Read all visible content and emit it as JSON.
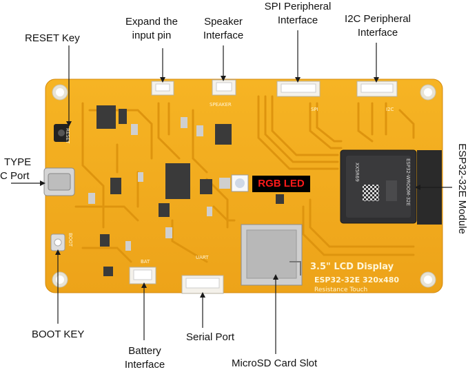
{
  "labels": {
    "reset": "RESET Key",
    "expand_line1": "Expand the",
    "expand_line2": "input pin",
    "speaker_line1": "Speaker",
    "speaker_line2": "Interface",
    "spi_line1": "SPI Peripheral",
    "spi_line2": "Interface",
    "i2c_line1": "I2C Peripheral",
    "i2c_line2": "Interface",
    "typec_line1": "TYPE",
    "typec_line2": "C Port",
    "esp_module": "ESP32-32E Module",
    "rgb_led": "RGB LED",
    "boot": "BOOT KEY",
    "battery_line1": "Battery",
    "battery_line2": "Interface",
    "serial": "Serial Port",
    "microsd": "MicroSD Card Slot"
  },
  "board": {
    "display_title": "3.5\" LCD Display",
    "display_model": "ESP32-32E  320x480",
    "display_touch": "Resistance Touch",
    "silk_reset": "RESET",
    "silk_boot": "BOOT",
    "silk_speaker": "SPEAKER",
    "silk_spi": "SPI",
    "silk_i2c": "I2C",
    "silk_bat": "BAT",
    "silk_uart": "UART",
    "module_brand": "ESP32-WROOM-32E",
    "module_code": "XX5R69"
  },
  "colors": {
    "pcb": "#f2ac1c",
    "pcb_dark": "#d98f10",
    "trace": "#e39a12",
    "connector": "#f4f1ea",
    "module": "#2f2f31",
    "leader": "#1a1a1a",
    "rgb_text": "#ff1a1a"
  }
}
